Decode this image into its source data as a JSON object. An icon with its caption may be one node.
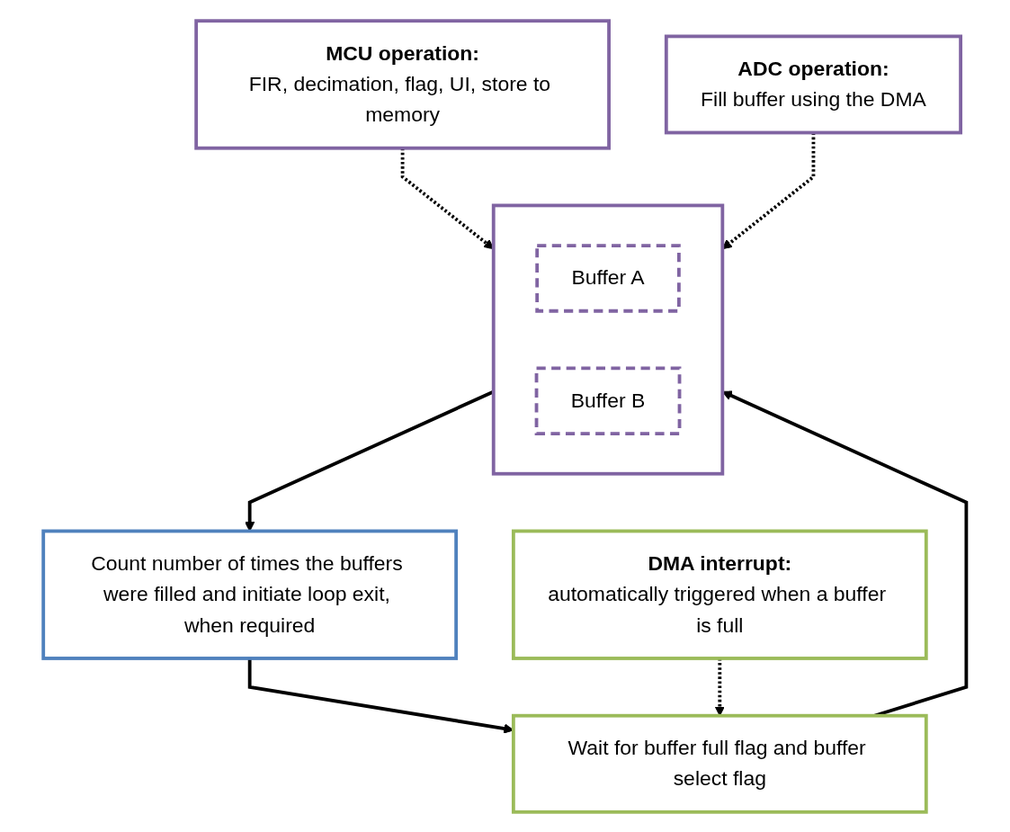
{
  "diagram": {
    "nodes": [
      {
        "text": [
          "Count number of times the buffers were filled and initiate loop exit, when required"
        ]
      },
      {
        "text": [
          "Wait for buffer full flag and buffer select flag"
        ]
      },
      {
        "text": [],
        "shape": "box"
      },
      {
        "text": [
          "Buffer A"
        ],
        "in": 2
      },
      {
        "text": [
          "Buffer B"
        ],
        "in": 2
      },
      {
        "text": [
          "DMA interrupt:",
          "automatically triggered when a buffer is full"
        ]
      },
      {
        "text": [
          "MCU operation:",
          "FIR, decimation, flag, UI, store to memory"
        ]
      },
      {
        "text": [
          "ADC operation:",
          "Fill buffer using the DMA"
        ]
      }
    ],
    "edges": [
      {
        "from": 0,
        "to": 1,
        "arrow": "to"
      },
      {
        "from": 1,
        "to": 2,
        "arrow": "to"
      },
      {
        "from": 2,
        "to": 0,
        "arrow": "to"
      },
      {
        "from": 5,
        "to": 1,
        "arrow": "to",
        "style": "dashed"
      },
      {
        "from": 6,
        "to": 2,
        "arrow": "to",
        "style": "dashed"
      },
      {
        "from": 7,
        "to": 2,
        "arrow": "to",
        "style": "dashed"
      }
    ]
  }
}
